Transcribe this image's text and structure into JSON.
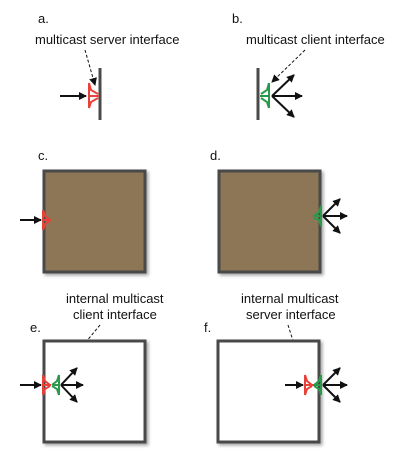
{
  "panels": {
    "a": {
      "letter": "a.",
      "caption": "multicast server interface"
    },
    "b": {
      "letter": "b.",
      "caption": "multicast client interface"
    },
    "c": {
      "letter": "c."
    },
    "d": {
      "letter": "d."
    },
    "e": {
      "letter": "e.",
      "caption_line1": "internal multicast",
      "caption_line2": "client interface"
    },
    "f": {
      "letter": "f.",
      "caption_line1": "internal multicast",
      "caption_line2": "server interface"
    }
  },
  "colors": {
    "server_interface": "#e8413a",
    "client_interface": "#2a9a4a",
    "filled_box": "#8c7656",
    "box_border": "#4a4a4a",
    "arrow": "#111111"
  }
}
